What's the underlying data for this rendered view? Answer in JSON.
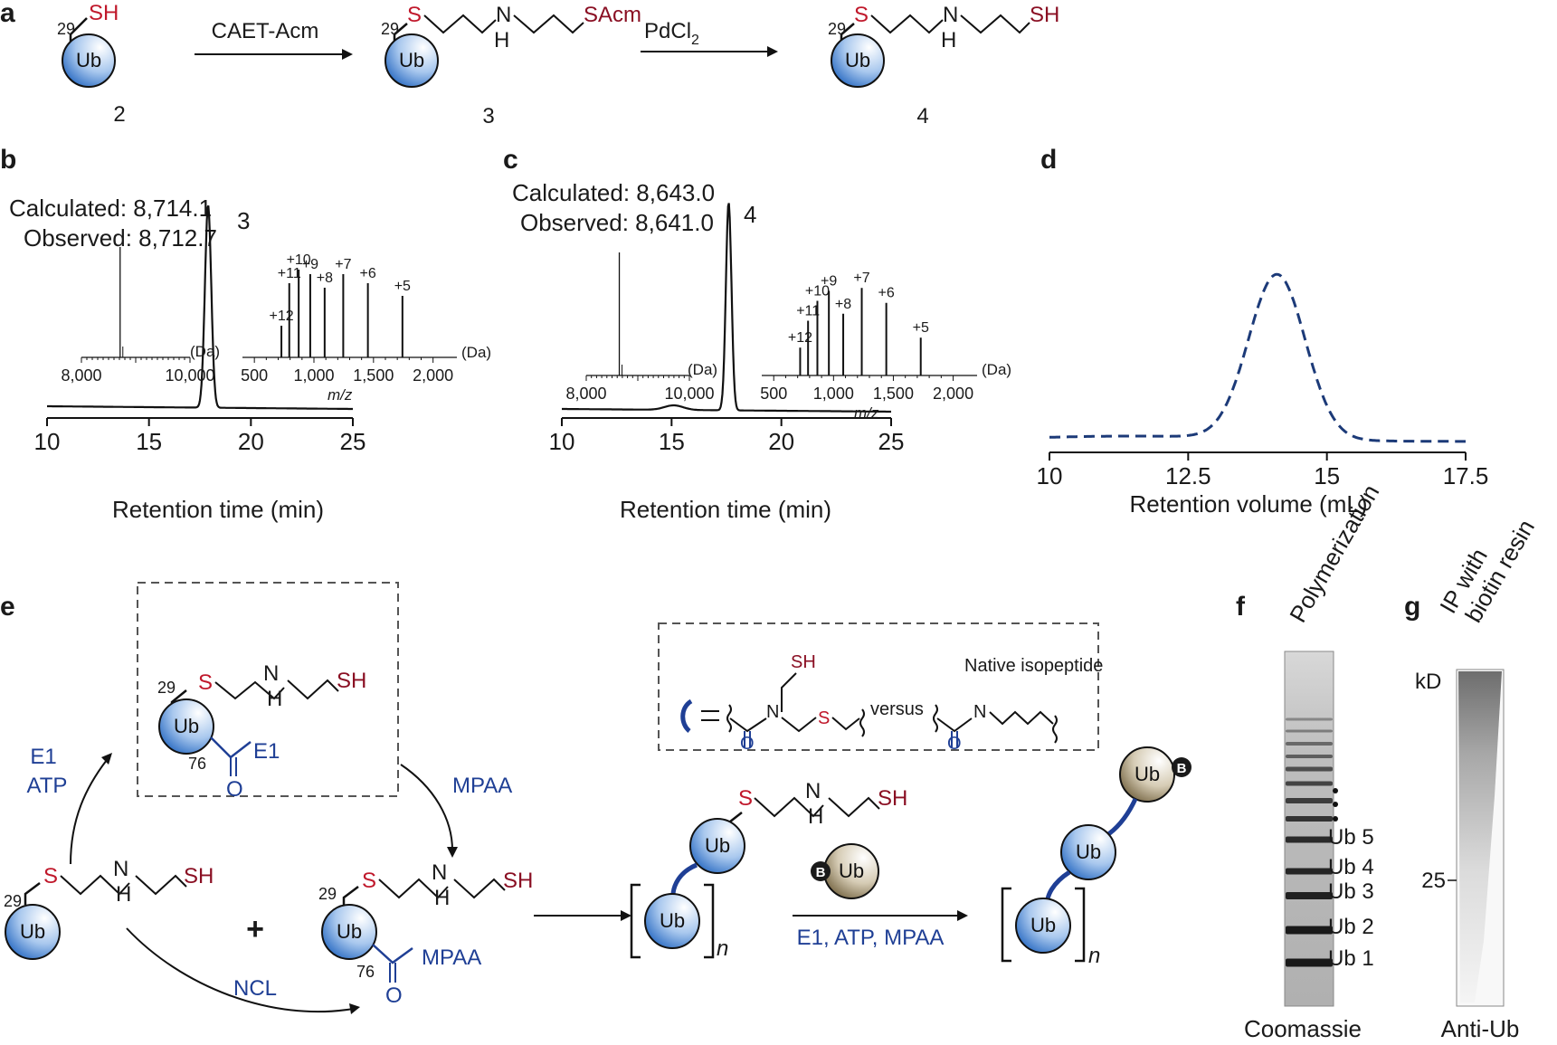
{
  "panels": {
    "a": "a",
    "b": "b",
    "c": "c",
    "d": "d",
    "e": "e",
    "f": "f",
    "g": "g"
  },
  "molecule_text": {
    "ub": "Ub",
    "sh": "SH",
    "s": "S",
    "n": "N",
    "h": "H",
    "sacm": "SAcm",
    "o": "O",
    "pos29": "29",
    "pos76": "76",
    "e1": "E1",
    "mpaa": "MPAA",
    "subscript_n": "n",
    "b": "B",
    "plus": "+"
  },
  "scheme_a": {
    "step1": "CAET-Acm",
    "step2_main": "PdCl",
    "step2_sub": "2",
    "compounds": [
      "2",
      "3",
      "4"
    ]
  },
  "scheme_e": {
    "left_arrow_top": [
      "E1",
      "ATP"
    ],
    "middle_arrow": "MPAA",
    "bottom_arrow": "NCL",
    "polymer_arrow": "E1, ATP, MPAA",
    "legend_native": "Native isopeptide",
    "legend_versus": "versus"
  },
  "chart_data": [
    {
      "type": "line",
      "panel": "b",
      "xlabel": "Retention time (min)",
      "xticks": [
        "10",
        "15",
        "20",
        "25"
      ],
      "xlim": [
        10,
        25
      ],
      "peaks": [
        {
          "x": 17.9,
          "label": "3"
        }
      ],
      "annotation": [
        "Calculated: 8,714.1",
        "Observed: 8,712.7"
      ],
      "inset_deconvoluted": {
        "xticks": [
          "8,000",
          "10,000"
        ],
        "unit": "(Da)",
        "peak_da": 8712.7
      },
      "inset_esi": {
        "xticks": [
          "500",
          "1,000",
          "1,500",
          "2,000"
        ],
        "unit": "(Da)",
        "xlabel": "m/z",
        "peaks": [
          {
            "mz": 727,
            "charge": "+12",
            "rel": 0.35
          },
          {
            "mz": 793,
            "charge": "+11",
            "rel": 0.82
          },
          {
            "mz": 872,
            "charge": "+10",
            "rel": 0.97
          },
          {
            "mz": 969,
            "charge": "+9",
            "rel": 0.92
          },
          {
            "mz": 1090,
            "charge": "+8",
            "rel": 0.77
          },
          {
            "mz": 1246,
            "charge": "+7",
            "rel": 0.92
          },
          {
            "mz": 1453,
            "charge": "+6",
            "rel": 0.82
          },
          {
            "mz": 1743,
            "charge": "+5",
            "rel": 0.68
          }
        ]
      }
    },
    {
      "type": "line",
      "panel": "c",
      "xlabel": "Retention time (min)",
      "xticks": [
        "10",
        "15",
        "20",
        "25"
      ],
      "xlim": [
        10,
        25
      ],
      "peaks": [
        {
          "x": 17.6,
          "label": "4"
        }
      ],
      "annotation": [
        "Calculated: 8,643.0",
        "Observed: 8,641.0"
      ],
      "inset_deconvoluted": {
        "xticks": [
          "8,000",
          "10,000"
        ],
        "unit": "(Da)",
        "peak_da": 8641.0
      },
      "inset_esi": {
        "xticks": [
          "500",
          "1,000",
          "1,500",
          "2,000"
        ],
        "unit": "(Da)",
        "xlabel": "m/z",
        "peaks": [
          {
            "mz": 721,
            "charge": "+12",
            "rel": 0.28
          },
          {
            "mz": 787,
            "charge": "+11",
            "rel": 0.55
          },
          {
            "mz": 865,
            "charge": "+10",
            "rel": 0.75
          },
          {
            "mz": 961,
            "charge": "+9",
            "rel": 0.85
          },
          {
            "mz": 1081,
            "charge": "+8",
            "rel": 0.62
          },
          {
            "mz": 1236,
            "charge": "+7",
            "rel": 0.88
          },
          {
            "mz": 1441,
            "charge": "+6",
            "rel": 0.73
          },
          {
            "mz": 1729,
            "charge": "+5",
            "rel": 0.38
          }
        ]
      }
    },
    {
      "type": "line",
      "panel": "d",
      "xlabel": "Retention volume (mL)",
      "xticks": [
        "10",
        "12.5",
        "15",
        "17.5"
      ],
      "xlim": [
        10,
        17.5
      ],
      "series": [
        {
          "style": "dashed",
          "color": "#1c3a78",
          "peak_x": 14.1
        }
      ]
    }
  ],
  "gel_f": {
    "title": "Polymerization",
    "footer": "Coomassie",
    "bands": [
      "Ub 5",
      "Ub 4",
      "Ub 3",
      "Ub 2",
      "Ub 1"
    ]
  },
  "gel_g": {
    "title_line1": "IP with",
    "title_line2": "biotin resin",
    "unit": "kD",
    "marker": "25",
    "footer": "Anti-Ub"
  },
  "colors": {
    "red": "#c0182b",
    "darkred": "#8a0f23",
    "blue": "#1f3f95",
    "ub_blue": "#4f8fd6",
    "ub_tan": "#8f7f5e",
    "dashed_line": "#1c3a78"
  }
}
